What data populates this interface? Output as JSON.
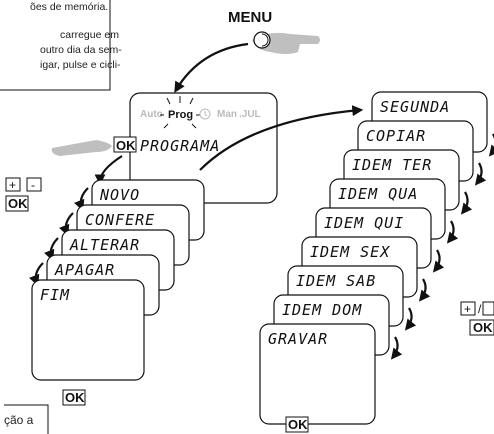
{
  "note_top": {
    "line1": "ões de memória.",
    "line2": "carregue em",
    "line3": "outro dia da sem-",
    "line4": "igar, pulse e cicli-"
  },
  "note_bottom": {
    "text": "ção a"
  },
  "menu_label": "MENU",
  "device": {
    "mode_auto": "Auto",
    "mode_prog": "Prog",
    "mode_man": "Man",
    "mode_man_suffix": ".JUL",
    "ok_label": "OK",
    "display_text": "PROGRAMA"
  },
  "left_stack": {
    "cards": [
      "NOVO",
      "CONFERE",
      "ALTERAR",
      "APAGAR",
      "FIM"
    ],
    "plus_minus": [
      "+",
      "-"
    ],
    "ok_label": "OK",
    "bottom_ok": "OK"
  },
  "right_stack": {
    "cards": [
      "SEGUNDA",
      "COPIAR",
      "IDEM TER",
      "IDEM QUA",
      "IDEM QUI",
      "IDEM SEX",
      "IDEM SAB",
      "IDEM DOM",
      "GRAVAR"
    ],
    "plus_minus": [
      "+",
      "/"
    ],
    "ok_label": "OK",
    "bottom_ok": "OK"
  }
}
